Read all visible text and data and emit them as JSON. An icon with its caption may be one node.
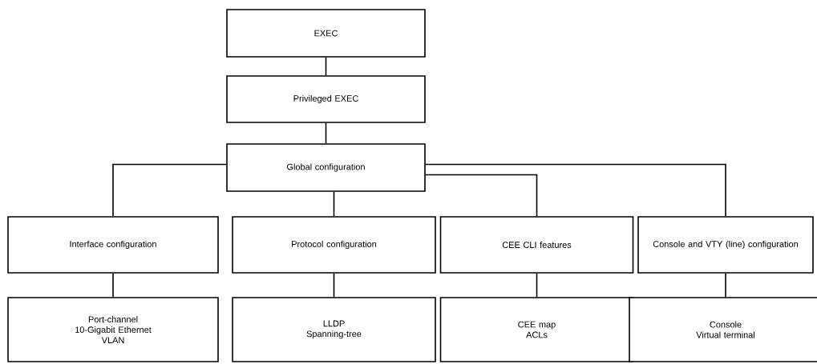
{
  "diagram": {
    "nodes": [
      {
        "text": [
          "EXEC"
        ]
      },
      {
        "text": [
          "Privileged EXEC"
        ]
      },
      {
        "text": [
          "Global configuration"
        ]
      },
      {
        "text": [
          "Interface configuration"
        ]
      },
      {
        "text": [
          "Protocol configuration"
        ]
      },
      {
        "text": [
          "CEE CLI features"
        ]
      },
      {
        "text": [
          "Console and VTY (line) configuration"
        ]
      },
      {
        "text": [
          "Port-channel",
          "10-Gigabit Ethernet",
          "VLAN"
        ]
      },
      {
        "text": [
          "LLDP",
          "Spanning-tree"
        ]
      },
      {
        "text": [
          "CEE map",
          "ACLs"
        ]
      },
      {
        "text": [
          "Console",
          "Virtual terminal"
        ]
      }
    ],
    "edges": [
      {
        "from": 0,
        "to": 1,
        "arrow": "none"
      },
      {
        "from": 1,
        "to": 2,
        "arrow": "none"
      },
      {
        "from": 2,
        "to": 3,
        "arrow": "none"
      },
      {
        "from": 2,
        "to": 4,
        "arrow": "none"
      },
      {
        "from": 2,
        "to": 5,
        "arrow": "none"
      },
      {
        "from": 2,
        "to": 6,
        "arrow": "none"
      },
      {
        "from": 3,
        "to": 7,
        "arrow": "none"
      },
      {
        "from": 4,
        "to": 8,
        "arrow": "none"
      },
      {
        "from": 5,
        "to": 9,
        "arrow": "none"
      },
      {
        "from": 6,
        "to": 10,
        "arrow": "none"
      }
    ]
  }
}
